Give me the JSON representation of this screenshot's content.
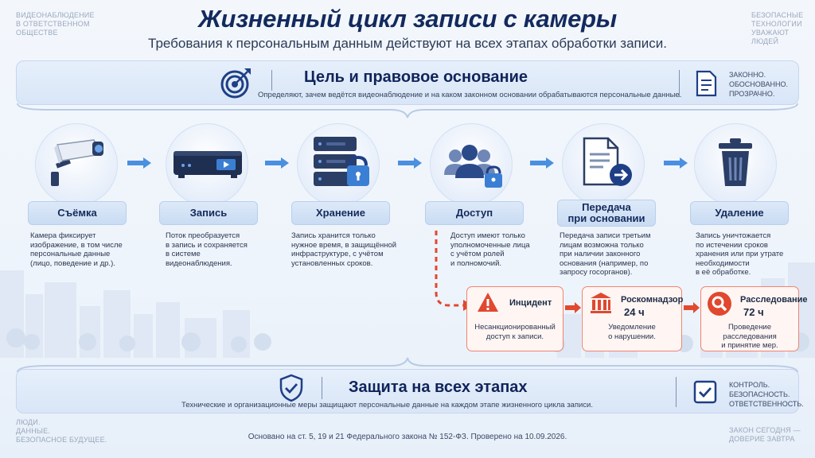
{
  "corners": {
    "top_left": [
      "ВИДЕОНАБЛЮДЕНИЕ",
      "В ОТВЕТСТВЕННОМ",
      "ОБЩЕСТВЕ"
    ],
    "top_right": [
      "БЕЗОПАСНЫЕ",
      "ТЕХНОЛОГИИ",
      "УВАЖАЮТ",
      "ЛЮДЕЙ"
    ],
    "bottom_left": [
      "ЛЮДИ.",
      "ДАННЫЕ.",
      "БЕЗОПАСНОЕ БУДУЩЕЕ."
    ],
    "bottom_right": [
      "ЗАКОН СЕГОДНЯ —",
      "ДОВЕРИЕ ЗАВТРА"
    ]
  },
  "title": "Жизненный цикл записи с камеры",
  "subtitle": "Требования к персональным данным действуют на всех этапах обработки записи.",
  "top_band": {
    "title": "Цель и правовое основание",
    "subtitle": "Определяют, зачем ведётся видеонаблюдение и на каком законном основании обрабатываются персональные данные.",
    "right": [
      "ЗАКОННО.",
      "ОБОСНОВАННО.",
      "ПРОЗРАЧНО."
    ],
    "icon": "target-icon",
    "right_icon": "document-icon"
  },
  "stages": [
    {
      "label": "Съёмка",
      "icon": "camera-icon",
      "desc": [
        "Камера фиксирует",
        "изображение, в том числе",
        "персональные данные",
        "(лицо, поведение и др.)."
      ]
    },
    {
      "label": "Запись",
      "icon": "recorder-icon",
      "desc": [
        "Поток преобразуется",
        "в запись и сохраняется",
        "в системе",
        "видеонаблюдения."
      ]
    },
    {
      "label": "Хранение",
      "icon": "server-lock-icon",
      "desc": [
        "Запись хранится только",
        "нужное время, в защищённой",
        "инфраструктуре, с учётом",
        "установленных сроков."
      ]
    },
    {
      "label": "Доступ",
      "icon": "users-lock-icon",
      "desc": [
        "Доступ имеют только",
        "уполномоченные лица",
        "с учётом ролей",
        "и полномочий."
      ]
    },
    {
      "label": [
        "Передача",
        "при основании"
      ],
      "icon": "document-send-icon",
      "desc": [
        "Передача записи третьим",
        "лицам возможна только",
        "при наличии законного",
        "основания (например, по",
        "запросу госорганов)."
      ]
    },
    {
      "label": "Удаление",
      "icon": "trash-icon",
      "desc": [
        "Запись уничтожается",
        "по истечении сроков",
        "хранения или при утрате",
        "необходимости",
        "в её обработке."
      ]
    }
  ],
  "incident": [
    {
      "title": "Инцидент",
      "num": "",
      "icon": "warning-icon",
      "desc": [
        "Несанкционированный",
        "доступ к записи."
      ]
    },
    {
      "title": "Роскомнадзор",
      "num": "24 ч",
      "icon": "government-icon",
      "desc": [
        "Уведомление",
        "о нарушении."
      ]
    },
    {
      "title": "Расследование",
      "num": "72 ч",
      "icon": "magnifier-icon",
      "desc": [
        "Проведение",
        "расследования",
        "и принятие мер."
      ]
    }
  ],
  "bottom_band": {
    "title": "Защита на всех этапах",
    "subtitle": "Технические и организационные меры защищают персональные данные на каждом этапе жизненного цикла записи.",
    "right": [
      "КОНТРОЛЬ.",
      "БЕЗОПАСНОСТЬ.",
      "ОТВЕТСТВЕННОСТЬ."
    ],
    "icon": "shield-check-icon",
    "right_icon": "checkbox-icon"
  },
  "footer": "Основано на ст. 5, 19 и 21 Федерального закона № 152-ФЗ. Проверено на 10.09.2026.",
  "colors": {
    "navy": "#132a5e",
    "blue": "#3b7fd4",
    "accent_arrow": "#4a8fe0",
    "alert": "#e0482f",
    "alert_border": "#f0846f"
  }
}
